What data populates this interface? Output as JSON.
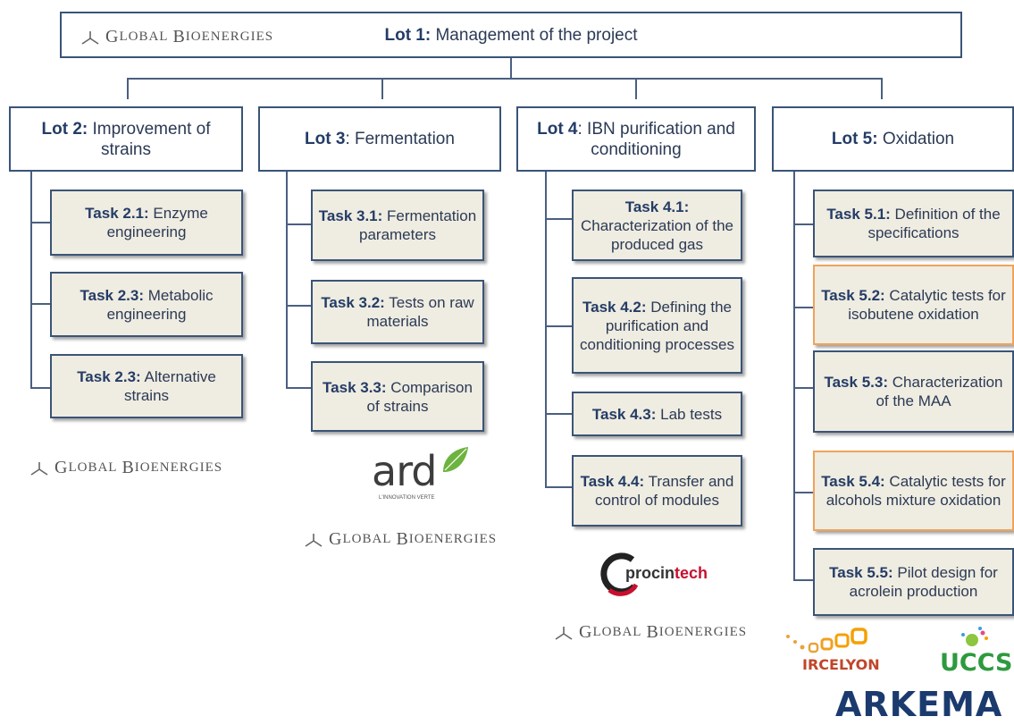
{
  "brand": {
    "global_bioenergies": {
      "cap1": "G",
      "rest1": "LOBAL",
      "cap2": "B",
      "rest2": "IOENERGIES"
    }
  },
  "colors": {
    "border": "#3a5477",
    "task_fill": "#efece1",
    "highlight_border": "#f0a35a",
    "title_text": "#243c66"
  },
  "lot1": {
    "bold": "Lot 1:",
    "text": " Management of the project"
  },
  "lots": [
    {
      "bold": "Lot 2:",
      "text": " Improvement of strains"
    },
    {
      "bold": "Lot 3",
      "text": ": Fermentation"
    },
    {
      "bold": "Lot 4",
      "text": ": IBN purification and conditioning"
    },
    {
      "bold": "Lot 5:",
      "text": " Oxidation"
    }
  ],
  "tasks": {
    "lot2": [
      {
        "bold": "Task 2.1:",
        "text": " Enzyme engineering"
      },
      {
        "bold": "Task 2.3:",
        "text": " Metabolic engineering"
      },
      {
        "bold": "Task 2.3:",
        "text": " Alternative strains"
      }
    ],
    "lot3": [
      {
        "bold": "Task 3.1:",
        "text": " Fermentation parameters"
      },
      {
        "bold": "Task 3.2:",
        "text": " Tests on raw materials"
      },
      {
        "bold": "Task 3.3:",
        "text": " Comparison of strains"
      }
    ],
    "lot4": [
      {
        "bold": "Task 4.1:",
        "text": " Characterization of the produced gas"
      },
      {
        "bold": "Task 4.2:",
        "text": " Defining the purification and conditioning processes"
      },
      {
        "bold": "Task 4.3:",
        "text": " Lab tests"
      },
      {
        "bold": "Task 4.4:",
        "text": " Transfer and control of modules"
      }
    ],
    "lot5": [
      {
        "bold": "Task 5.1:",
        "text": "  Definition of the specifications"
      },
      {
        "bold": "Task 5.2:",
        "text": "  Catalytic tests for isobutene oxidation"
      },
      {
        "bold": "Task 5.3:",
        "text": " Characterization of the MAA"
      },
      {
        "bold": "Task 5.4:",
        "text": " Catalytic tests for alcohols mixture oxidation"
      },
      {
        "bold": "Task 5.5:",
        "text": " Pilot design for acrolein production"
      }
    ]
  },
  "partner_logos": {
    "ard": "ard",
    "ard_tagline": "L'INNOVATION VERTE",
    "procintech_a": "procin",
    "procintech_b": "tech",
    "ircelyon": "IRCELYON",
    "uccs": "UCCS",
    "arkema": "ARKEMA"
  }
}
